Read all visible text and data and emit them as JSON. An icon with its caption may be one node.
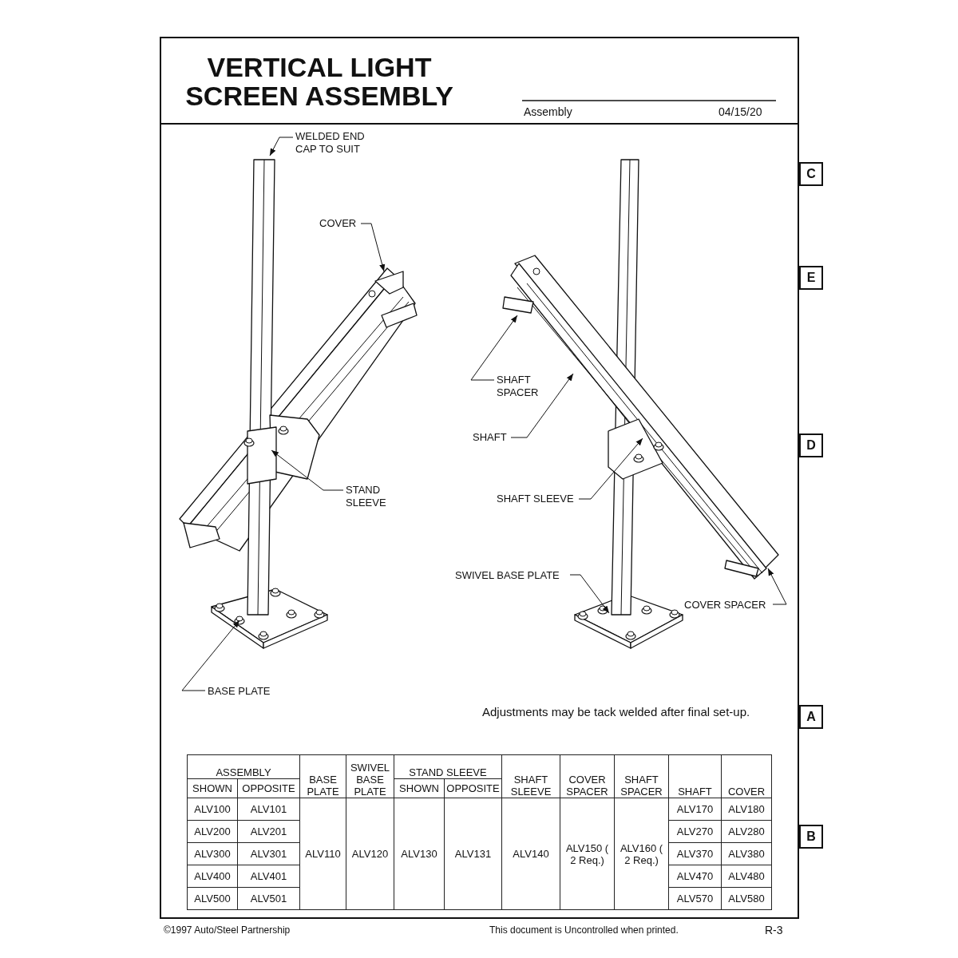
{
  "diagram": {
    "title": "VERTICAL LIGHT SCREEN ASSEMBLY",
    "nodes": [
      {
        "text": [
          "WELDED END CAP TO SUIT"
        ]
      },
      {
        "text": [
          "COVER"
        ]
      },
      {
        "text": [
          "STAND SLEEVE"
        ]
      },
      {
        "text": [
          "BASE PLATE"
        ]
      },
      {
        "text": [
          "SHAFT SPACER"
        ]
      },
      {
        "text": [
          "SHAFT"
        ]
      },
      {
        "text": [
          "SHAFT SLEEVE"
        ]
      },
      {
        "text": [
          "SWIVEL BASE PLATE"
        ]
      },
      {
        "text": [
          "COVER SPACER"
        ]
      },
      {
        "text": [
          "C"
        ]
      },
      {
        "text": [
          "E"
        ]
      },
      {
        "text": [
          "D"
        ]
      },
      {
        "text": [
          "A"
        ]
      },
      {
        "text": [
          "B"
        ]
      },
      {
        "text": [],
        "shape": "picture"
      },
      {
        "text": [],
        "shape": "picture"
      }
    ],
    "edges": [
      {
        "from": 0,
        "to": 14,
        "arrow": "to"
      },
      {
        "from": 1,
        "to": 14,
        "arrow": "to"
      },
      {
        "from": 2,
        "to": 14,
        "arrow": "to"
      },
      {
        "from": 3,
        "to": 14,
        "arrow": "to"
      },
      {
        "from": 4,
        "to": 15,
        "arrow": "to"
      },
      {
        "from": 5,
        "to": 15,
        "arrow": "to"
      },
      {
        "from": 6,
        "to": 15,
        "arrow": "to"
      },
      {
        "from": 7,
        "to": 15,
        "arrow": "to"
      },
      {
        "from": 8,
        "to": 15,
        "arrow": "to"
      }
    ],
    "labels": [
      "Assembly",
      "04/15/20",
      "Adjustments may be tack welded after final set-up.",
      "ASSEMBLY",
      "BASE PLATE",
      "SWIVEL BASE PLATE",
      "STAND SLEEVE",
      "SHAFT SLEEVE",
      "COVER SPACER",
      "SHAFT SPACER",
      "SHAFT",
      "COVER",
      "SHOWN",
      "OPPOSITE",
      "SHOWN",
      "OPPOSITE",
      "ALV100",
      "ALV101",
      "ALV110",
      "ALV120",
      "ALV130",
      "ALV131",
      "ALV140",
      "ALV150 ( 2 Req.)",
      "ALV160 ( 2 Req.)",
      "ALV170",
      "ALV180",
      "ALV200",
      "ALV201",
      "ALV270",
      "ALV280",
      "ALV300",
      "ALV301",
      "ALV370",
      "ALV380",
      "ALV400",
      "ALV401",
      "ALV470",
      "ALV480",
      "ALV500",
      "ALV501",
      "ALV570",
      "ALV580",
      "©1997 Auto/Steel Partnership",
      "This document is Uncontrolled when printed.",
      "R-3"
    ]
  }
}
